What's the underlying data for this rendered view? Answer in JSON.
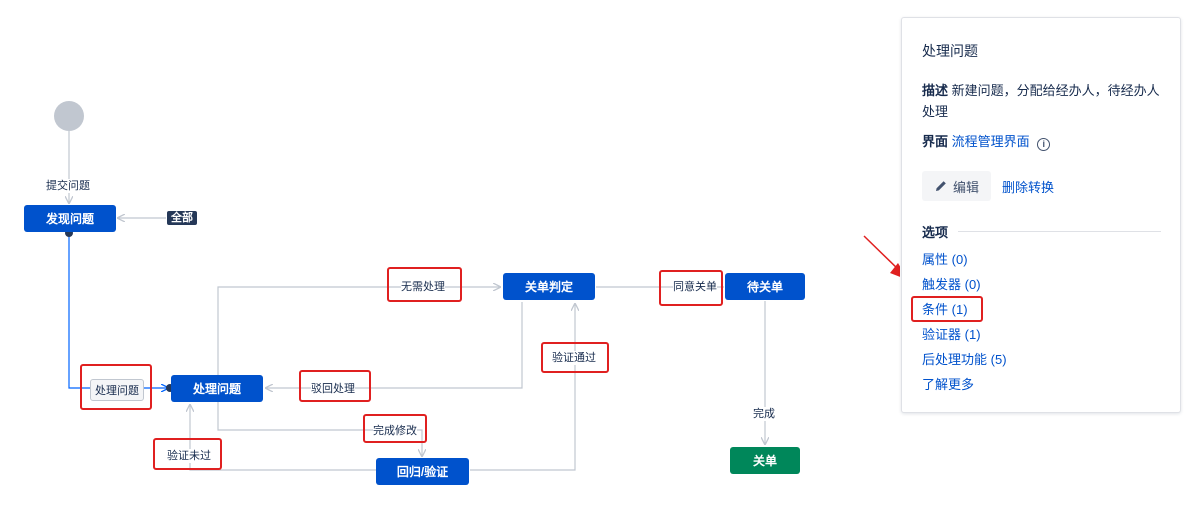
{
  "diagram": {
    "start_node": "start-circle",
    "statuses": {
      "found": "发现问题",
      "processing": "处理问题",
      "close_decide": "关单判定",
      "pending_close": "待关单",
      "regression": "回归/验证",
      "closed": "关单"
    },
    "transitions": {
      "submit": "提交问题",
      "all_badge": "全部",
      "process_chip": "处理问题",
      "no_need": "无需处理",
      "reject": "驳回处理",
      "fix_done": "完成修改",
      "verify_fail": "验证未过",
      "verify_pass": "验证通过",
      "agree_close": "同意关单",
      "done": "完成"
    },
    "colors": {
      "status_blue": "#0052cc",
      "status_green": "#00875a",
      "highlight": "#e02020",
      "line_gray": "#c1c7d0",
      "line_blue": "#0065ff"
    }
  },
  "panel": {
    "title": "处理问题",
    "desc_label": "描述",
    "desc_text": "新建问题，分配给经办人，待经办人处理",
    "screen_label": "界面",
    "screen_link": "流程管理界面",
    "info_icon": "i",
    "edit_icon": "pencil-icon",
    "edit_label": "编辑",
    "delete_label": "删除转换",
    "options_heading": "选项",
    "options": [
      {
        "label": "属性",
        "count": "(0)"
      },
      {
        "label": "触发器",
        "count": "(0)"
      },
      {
        "label": "条件",
        "count": "(1)"
      },
      {
        "label": "验证器",
        "count": "(1)"
      },
      {
        "label": "后处理功能",
        "count": "(5)"
      },
      {
        "label": "了解更多",
        "count": ""
      }
    ]
  }
}
